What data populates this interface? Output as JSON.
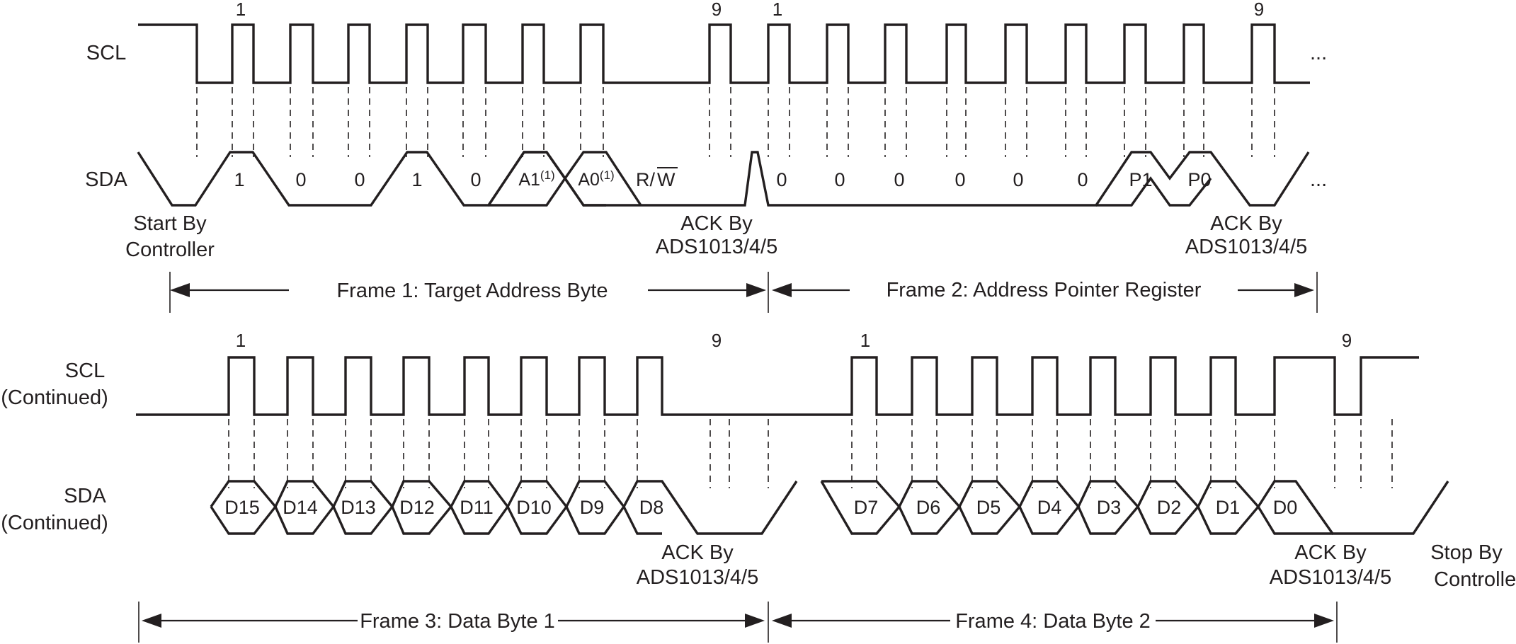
{
  "signals": {
    "scl": "SCL",
    "sda": "SDA",
    "scl_cont": [
      "SCL",
      "(Continued)"
    ],
    "sda_cont": [
      "SDA",
      "(Continued)"
    ]
  },
  "ellipsis": "...",
  "bit_numbers": {
    "first": "1",
    "last": "9"
  },
  "frame1": {
    "bits": [
      "1",
      "0",
      "0",
      "1",
      "0"
    ],
    "a1": "A1",
    "a0": "A0",
    "footnote": "(1)",
    "rw_r": "R/",
    "rw_w": "W"
  },
  "frame2": {
    "bits": [
      "0",
      "0",
      "0",
      "0",
      "0",
      "0",
      "P1",
      "P0"
    ]
  },
  "frame3": {
    "bits": [
      "D15",
      "D14",
      "D13",
      "D12",
      "D11",
      "D10",
      "D9",
      "D8"
    ]
  },
  "frame4": {
    "bits": [
      "D7",
      "D6",
      "D5",
      "D4",
      "D3",
      "D2",
      "D1",
      "D0"
    ]
  },
  "annotations": {
    "start": [
      "Start By",
      "Controller"
    ],
    "ack": [
      "ACK By",
      "ADS1013/4/5"
    ],
    "stop": [
      "Stop By",
      "Controller"
    ]
  },
  "frames": {
    "f1": "Frame 1: Target Address Byte",
    "f2": "Frame 2: Address Pointer Register",
    "f3": "Frame 3: Data Byte 1",
    "f4": "Frame 4: Data Byte 2"
  }
}
